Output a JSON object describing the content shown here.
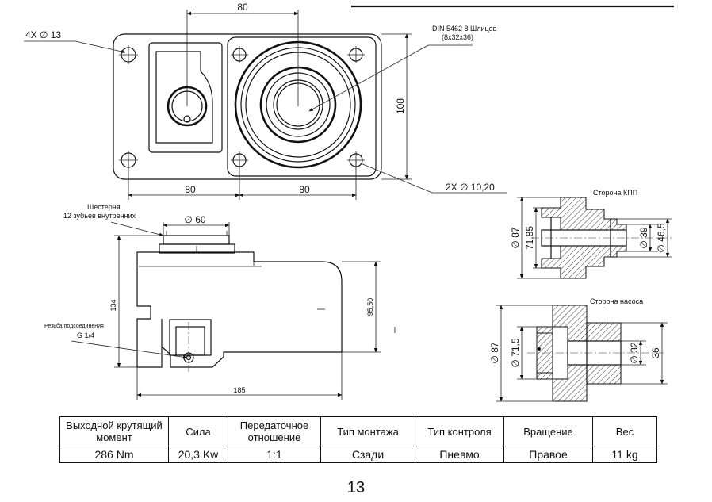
{
  "top_view": {
    "dim_top": "80",
    "holes_label": "4X ∅ 13",
    "spline_line1": "DIN 5462 8 Шлицов",
    "spline_line2": "(8x32x36)",
    "dim_height": "108",
    "dim_bottom_left": "80",
    "dim_bottom_right": "80",
    "pin_holes_label": "2X ∅ 10,20"
  },
  "side_view": {
    "gear_label_line1": "Шестерня",
    "gear_label_line2": "12 зубьев внутренних",
    "dim_gear_dia": "∅ 60",
    "dim_height": "134",
    "thread_label_line1": "Резьба подсоединения",
    "thread_label_line2": "G 1/4",
    "dim_height_right": "95,50",
    "dim_length": "185"
  },
  "gearbox_side": {
    "title": "Сторона КПП",
    "dim_outer": "∅ 87",
    "dim_71": "71,85",
    "dim_39": "∅ 39",
    "dim_46": "∅ 46,5"
  },
  "pump_side": {
    "title": "Сторона насоса",
    "dim_outer": "∅ 87",
    "dim_71": "∅ 71,5",
    "dim_32": "∅ 32",
    "dim_36": "36"
  },
  "specs_table": {
    "headers": [
      "Выходной крутящий момент",
      "Сила",
      "Передаточное отношение",
      "Тип монтажа",
      "Тип контроля",
      "Вращение",
      "Вес"
    ],
    "values": [
      "286 Nm",
      "20,3 Kw",
      "1:1",
      "Сзади",
      "Пневмо",
      "Правое",
      "11 kg"
    ]
  },
  "page_number": "13"
}
